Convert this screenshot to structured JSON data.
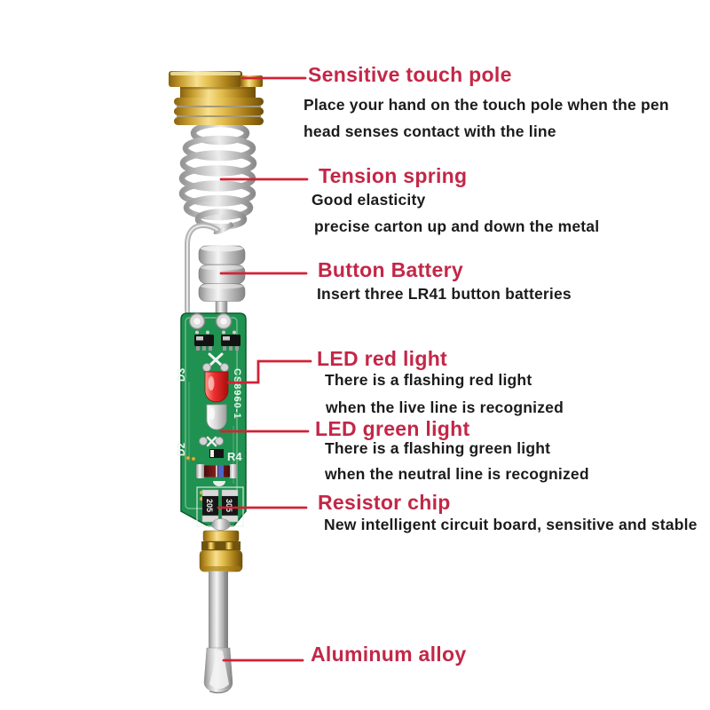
{
  "colors": {
    "heading_red": "#c32747",
    "callout_line_red": "#d22236",
    "body_text": "#1b1b1b",
    "pcb_green": "#1f9150",
    "brass_gold": "#d4a72c",
    "metal_silver": "#c9c9c9",
    "led_red": "#e62020"
  },
  "callouts": [
    {
      "title": "Sensitive touch pole",
      "lines": [
        "Place your hand on the touch pole when the pen",
        "head senses contact with the line"
      ]
    },
    {
      "title": "Tension spring",
      "lines": [
        "Good elasticity",
        "precise carton up and down the metal"
      ]
    },
    {
      "title": "Button Battery",
      "lines": [
        "Insert three LR41 button batteries"
      ]
    },
    {
      "title": "LED red light",
      "lines": [
        "There is a flashing red light",
        "when the live line is recognized"
      ]
    },
    {
      "title": "LED green light",
      "lines": [
        "There is a flashing green light",
        "when the neutral line is recognized"
      ]
    },
    {
      "title": "Resistor chip",
      "lines": [
        "New intelligent circuit board, sensitive and stable"
      ]
    },
    {
      "title": "Aluminum alloy",
      "lines": []
    }
  ],
  "board_labels": {
    "d3": "D3",
    "d2": "D2",
    "r4": "R4",
    "ic": "CS8960-1",
    "chip_left": "205",
    "chip_right": "305"
  }
}
